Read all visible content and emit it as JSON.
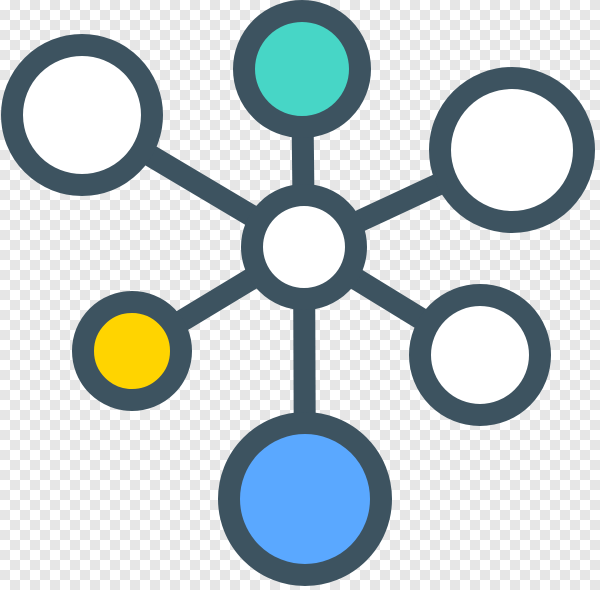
{
  "image": {
    "subject": "network-hub-icon",
    "background": "transparency-checkerboard"
  },
  "colors": {
    "outline": "#3d5360",
    "white": "#ffffff",
    "teal": "#47d6c6",
    "yellow": "#ffd400",
    "blue": "#5aa8ff",
    "checker_light": "#ffffff",
    "checker_dark": "#e6e6e6"
  },
  "nodes": [
    {
      "id": "hub",
      "fill": "white"
    },
    {
      "id": "top",
      "fill": "teal"
    },
    {
      "id": "top-left",
      "fill": "white"
    },
    {
      "id": "top-right",
      "fill": "white"
    },
    {
      "id": "left",
      "fill": "yellow"
    },
    {
      "id": "right",
      "fill": "white"
    },
    {
      "id": "bottom",
      "fill": "blue"
    }
  ]
}
